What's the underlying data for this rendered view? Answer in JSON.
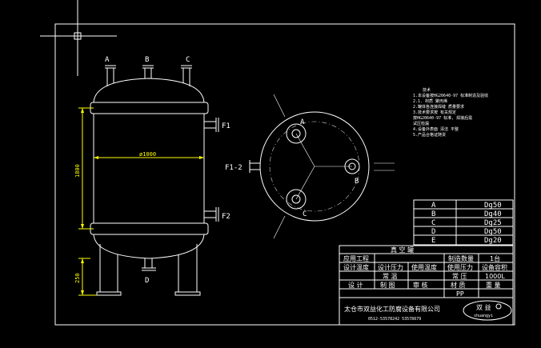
{
  "nozzle_labels": {
    "a": "A",
    "b": "B",
    "c": "C",
    "d": "D",
    "f1": "F1",
    "f2": "F2",
    "f1_2": "F1-2"
  },
  "dimensions": {
    "diameter": "ø1000",
    "height": "1800",
    "leg": "250"
  },
  "notes": {
    "title": "技术",
    "lines": [
      "1.本设备按HG20640-97 标准制造及验收",
      "   2.1. 材质 聚丙烯",
      "2.罐体各连接焊缝 质量要求",
      "3.技术要求按 有关规定",
      "  按HG20640-97 标准, 焊接后需",
      "  试压检漏",
      "4.设备外表面 清洁 平整",
      "5.产品合格证随货"
    ]
  },
  "nozzle_table": [
    {
      "id": "A",
      "size": "Dg50"
    },
    {
      "id": "B",
      "size": "Dg40"
    },
    {
      "id": "C",
      "size": "Dg25"
    },
    {
      "id": "D",
      "size": "Dg50"
    },
    {
      "id": "E",
      "size": "Dg20"
    }
  ],
  "title_block": {
    "drawing_name": "真 空 罐",
    "row1": [
      "应用工程",
      "",
      "制造数量",
      "1台"
    ],
    "row2": [
      "设计温度",
      "设计压力",
      "使用温度",
      "使用压力",
      "设备容积"
    ],
    "row3": [
      "常 温",
      "常 压",
      "1000L"
    ],
    "row4": [
      "设 计",
      "制 图",
      "审 核",
      "材 质",
      "重 量"
    ],
    "material": "PP",
    "company": "太仓市双益化工防腐设备有限公司",
    "phone": "0512-53578242     53578679",
    "logo_text": "双 益",
    "logo_sub": "shuangyi"
  }
}
